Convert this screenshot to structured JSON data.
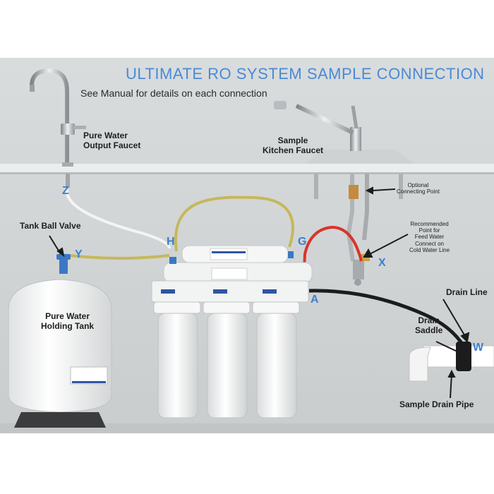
{
  "title": "ULTIMATE RO SYSTEM SAMPLE CONNECTION",
  "subtitle": "See Manual for details on each connection",
  "labels": {
    "pure_water_faucet": "Pure Water\nOutput Faucet",
    "kitchen_faucet": "Sample\nKitchen Faucet",
    "optional_point": "Optional\nConnecting Point",
    "recommended_point": "Recommended\nPoint for\nFeed Water\nConnect on\nCold Water Line",
    "tank_ball_valve": "Tank Ball Valve",
    "holding_tank": "Pure Water\nHolding Tank",
    "drain_line": "Drain Line",
    "drain_saddle": "Drain\nSaddle",
    "sample_drain_pipe": "Sample Drain Pipe"
  },
  "connections": {
    "z": "Z",
    "y": "Y",
    "h": "H",
    "g": "G",
    "x": "X",
    "a": "A",
    "w": "W"
  },
  "colors": {
    "wall": "#d2d5d6",
    "counter": "#e8e8e6",
    "accent_blue": "#4a8ad6",
    "feed_line": "#d9342b",
    "pure_line": "#c6b85a",
    "drain_line": "#1c1c1c",
    "white_tube": "#f4f4f4"
  }
}
